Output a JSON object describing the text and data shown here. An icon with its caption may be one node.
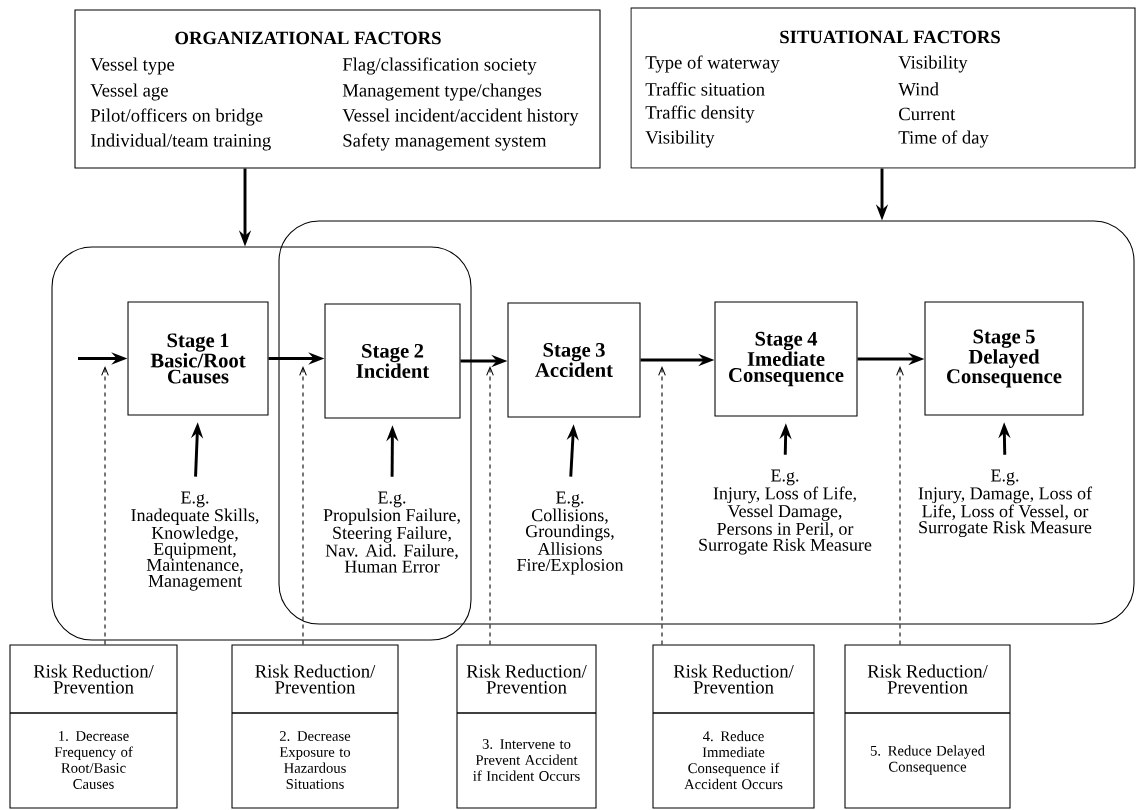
{
  "diagram": {
    "nodes": [
      {
        "text": [
          "ORGANIZATIONAL FACTORS",
          "Vessel type",
          "Vessel age",
          "Pilot/officers on bridge",
          "Individual/team training",
          "Flag/classification society",
          "Management type/changes",
          "Vessel incident/accident history",
          "Safety management system"
        ]
      },
      {
        "text": [
          "SITUATIONAL FACTORS",
          "Type of waterway",
          "Traffic situation",
          "Traffic density",
          "Visibility",
          "Visibility",
          "Wind",
          "Current",
          "Time of day"
        ]
      },
      {
        "text": [],
        "shape": "box"
      },
      {
        "text": [],
        "shape": "box"
      },
      {
        "text": [
          "Stage 1 Basic/Root Causes"
        ],
        "in": 2
      },
      {
        "text": [
          "Stage 2 Incident"
        ]
      },
      {
        "text": [
          "Stage 3 Accident"
        ],
        "in": 3
      },
      {
        "text": [
          "Stage 4 Imediate Consequence"
        ],
        "in": 3
      },
      {
        "text": [
          "Stage 5 Delayed Consequence"
        ],
        "in": 3
      },
      {
        "text": [
          "E.g.",
          "Inadequate Skills, Knowledge, Equipment, Maintenance, Management"
        ],
        "in": 2
      },
      {
        "text": [
          "E.g.",
          "Propulsion Failure, Steering Failure, Nav. Aid. Failure, Human Error"
        ]
      },
      {
        "text": [
          "E.g.",
          "Collisions, Groundings, Allisions Fire/Explosion"
        ],
        "in": 3
      },
      {
        "text": [
          "E.g.",
          "Injury, Loss of Life, Vessel Damage, Persons in Peril, or Surrogate Risk Measure"
        ],
        "in": 3
      },
      {
        "text": [
          "E.g.",
          "Injury, Damage, Loss of Life, Loss of Vessel, or Surrogate Risk Measure"
        ],
        "in": 3
      },
      {
        "text": [
          "Risk Reduction/ Prevention",
          "1. Decrease Frequency of Root/Basic Causes"
        ]
      },
      {
        "text": [
          "Risk Reduction/ Prevention",
          "2. Decrease Exposure to Hazardous Situations"
        ]
      },
      {
        "text": [
          "Risk Reduction/ Prevention",
          "3. Intervene to Prevent Accident if Incident Occurs"
        ]
      },
      {
        "text": [
          "Risk Reduction/ Prevention",
          "4. Reduce Immediate Consequence if Accident Occurs"
        ]
      },
      {
        "text": [
          "Risk Reduction/ Prevention",
          "5. Reduce Delayed Consequence"
        ]
      }
    ],
    "edges": [
      {
        "from": 0,
        "to": 2,
        "arrow": "to"
      },
      {
        "from": 1,
        "to": 3,
        "arrow": "to"
      },
      {
        "from": null,
        "to": 4,
        "arrow": "to"
      },
      {
        "from": 4,
        "to": 5,
        "arrow": "to"
      },
      {
        "from": 5,
        "to": 6,
        "arrow": "to"
      },
      {
        "from": 6,
        "to": 7,
        "arrow": "to"
      },
      {
        "from": 7,
        "to": 8,
        "arrow": "to"
      },
      {
        "from": 9,
        "to": 4,
        "arrow": "to"
      },
      {
        "from": 10,
        "to": 5,
        "arrow": "to"
      },
      {
        "from": 11,
        "to": 6,
        "arrow": "to"
      },
      {
        "from": 12,
        "to": 7,
        "arrow": "to"
      },
      {
        "from": 13,
        "to": 8,
        "arrow": "to"
      },
      {
        "from": 14,
        "to": null,
        "arrow": "to",
        "style": "dashed"
      },
      {
        "from": 15,
        "to": null,
        "arrow": "to",
        "style": "dashed"
      },
      {
        "from": 16,
        "to": null,
        "arrow": "to",
        "style": "dashed"
      },
      {
        "from": 17,
        "to": null,
        "arrow": "to",
        "style": "dashed"
      },
      {
        "from": 18,
        "to": null,
        "arrow": "to",
        "style": "dashed"
      }
    ]
  }
}
